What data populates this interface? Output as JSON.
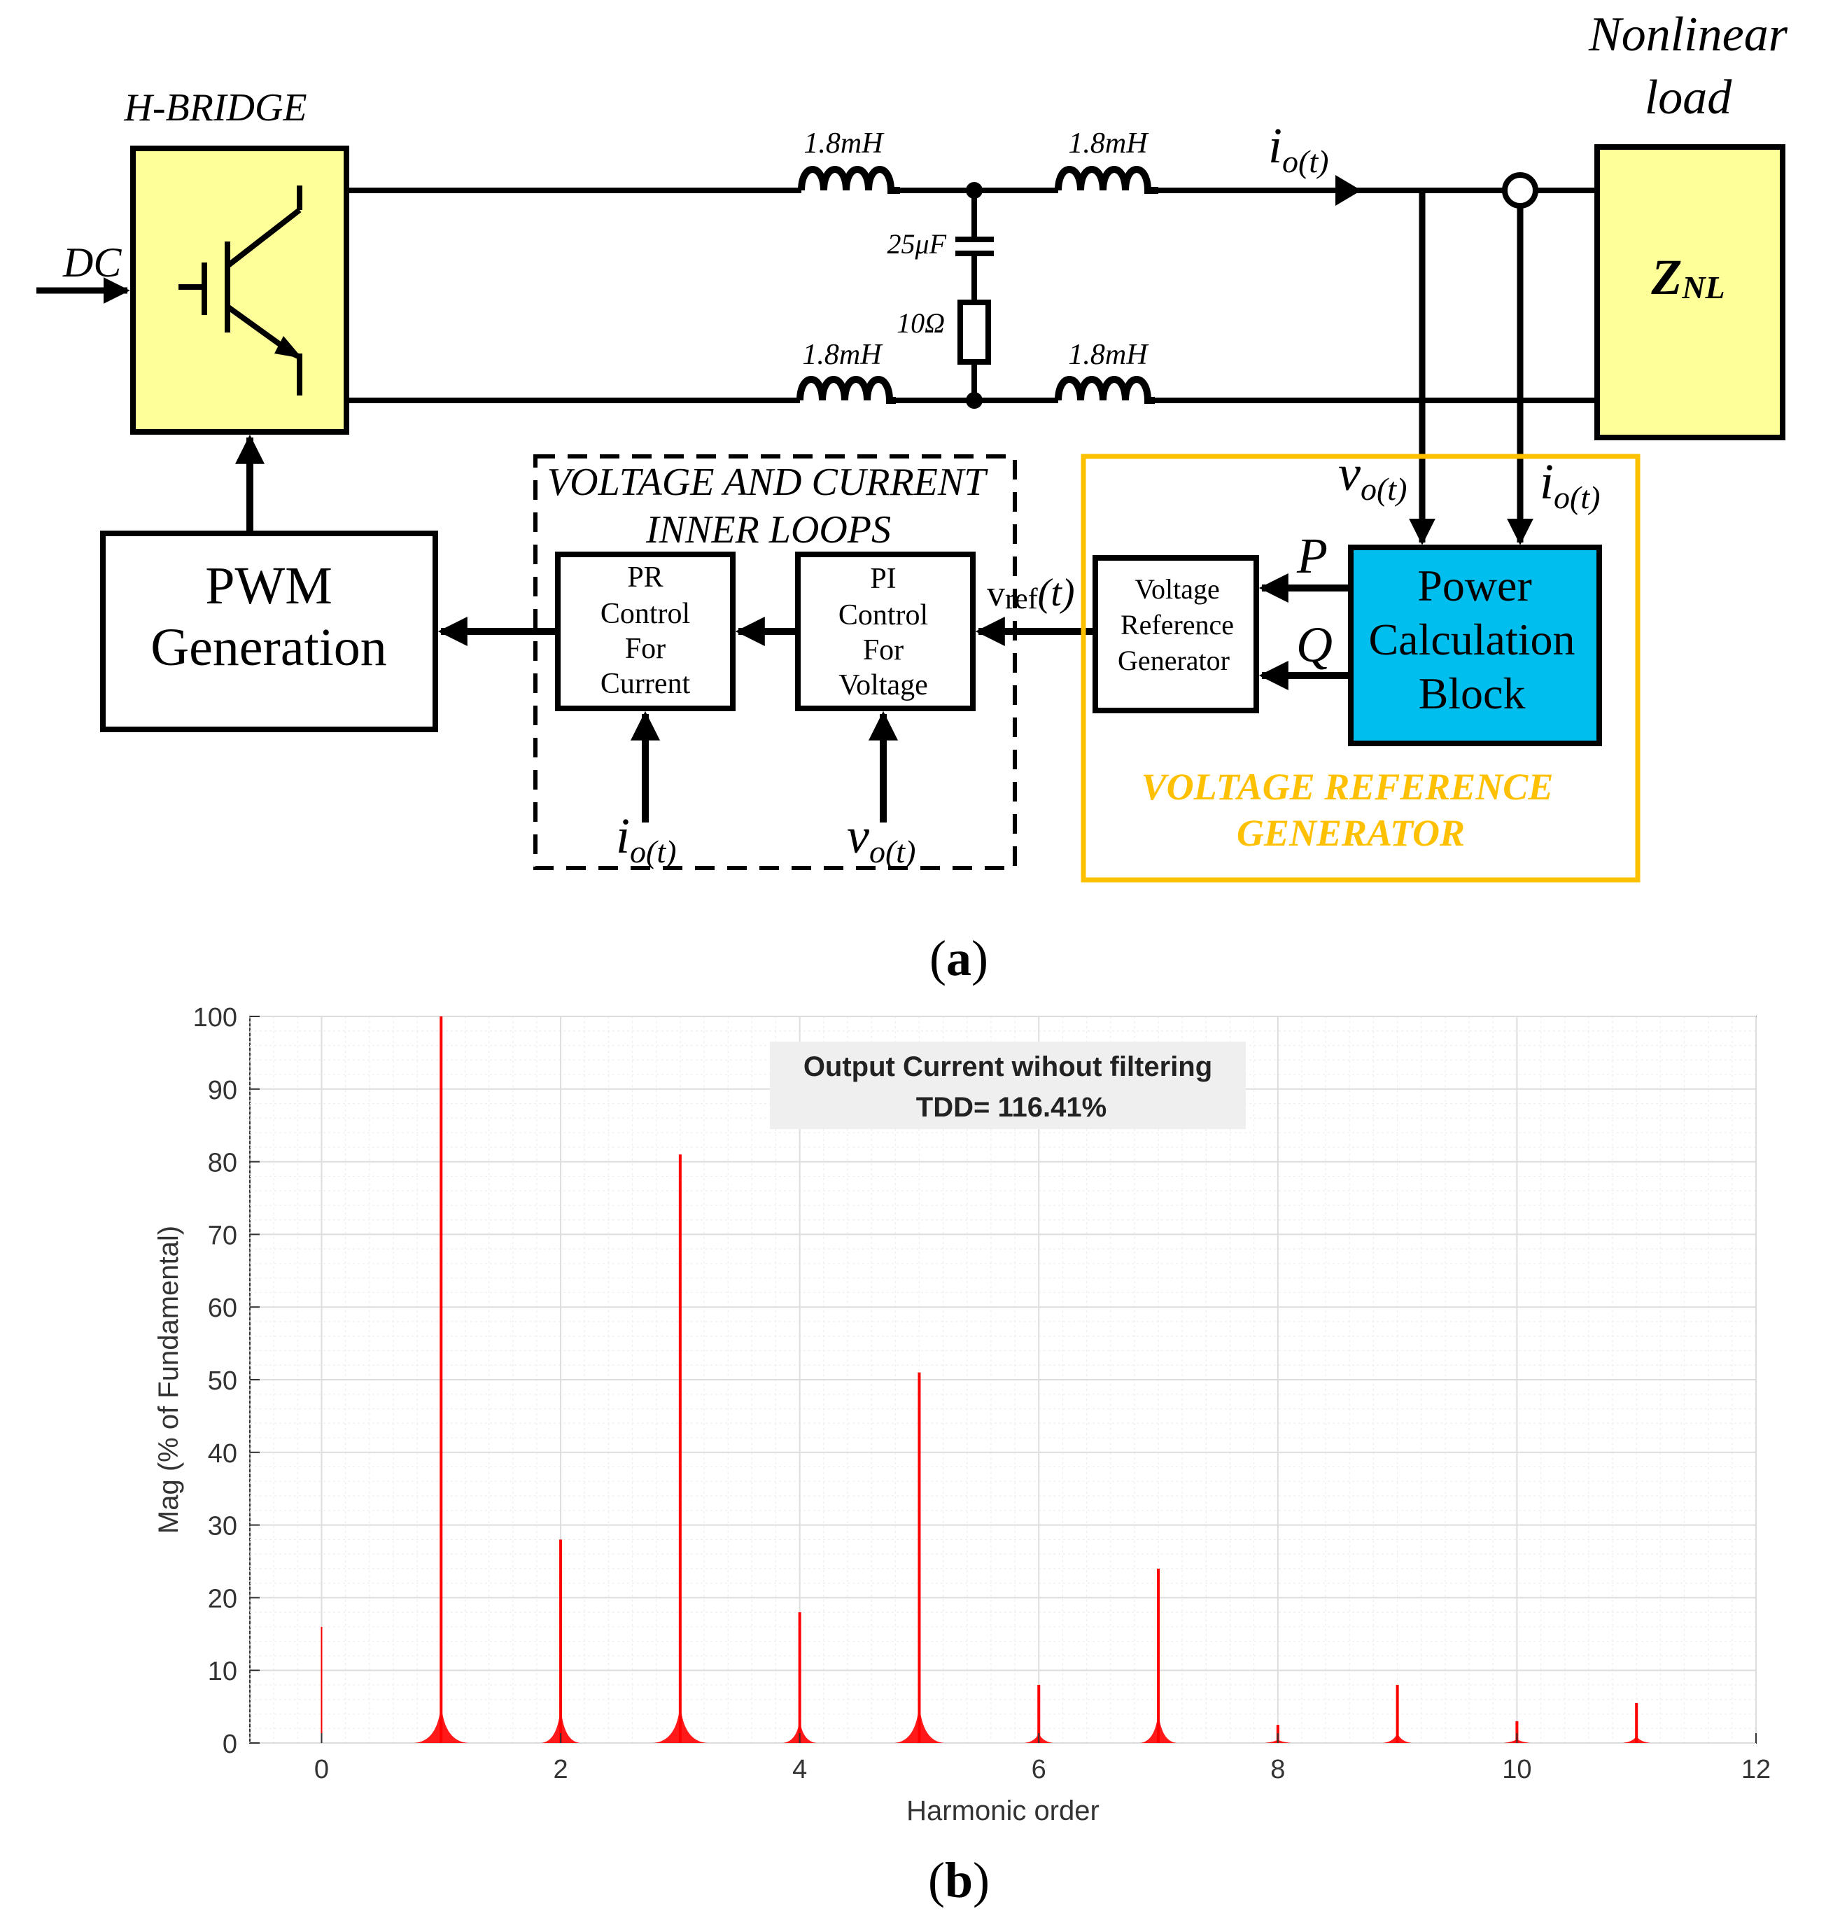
{
  "diagram": {
    "hbridge": {
      "title": "H-BRIDGE",
      "input_label": "DC"
    },
    "filter": {
      "inductor_top_left": "1.8mH",
      "inductor_top_right": "1.8mH",
      "inductor_bottom_left": "1.8mH",
      "inductor_bottom_right": "1.8mH",
      "capacitor": "25μF",
      "resistor": "10Ω"
    },
    "load": {
      "title_line1": "Nonlinear",
      "title_line2": "load",
      "symbol": "Z",
      "symbol_sub": "NL"
    },
    "current_label": {
      "base": "i",
      "sub": "o(t)"
    },
    "voltage_label": {
      "base": "v",
      "sub": "o(t)"
    },
    "pwm": {
      "line1": "PWM",
      "line2": "Generation"
    },
    "inner_loops": {
      "title_line1": "VOLTAGE AND CURRENT",
      "title_line2": "INNER LOOPS",
      "pr": {
        "line1": "PR",
        "line2": "Control",
        "line3": "For",
        "line4": "Current"
      },
      "pi": {
        "line1": "PI",
        "line2": "Control",
        "line3": "For",
        "line4": "Voltage"
      }
    },
    "vref_label": {
      "base": "v",
      "sub": "ref",
      "suffix": "(t)"
    },
    "vrg": {
      "block_line1": "Voltage",
      "block_line2": "Reference",
      "block_line3": "Generator",
      "title_line1": "VOLTAGE REFERENCE",
      "title_line2": "GENERATOR",
      "p_label": "P",
      "q_label": "Q"
    },
    "power_calc": {
      "line1": "Power",
      "line2": "Calculation",
      "line3": "Block"
    },
    "caption": {
      "open": "(",
      "letter": "a",
      "close": ")"
    },
    "colors": {
      "bridge_fill": "#FFFF99",
      "power_block_fill": "#00BFEF",
      "vrg_border": "#FFC000",
      "vrg_text": "#FFC000"
    }
  },
  "chart_data": {
    "type": "bar",
    "annotation_line1": "Output Current wihout filtering",
    "annotation_line2": "TDD= 116.41%",
    "xlabel": "Harmonic order",
    "ylabel": "Mag (% of Fundamental)",
    "xlim": [
      -0.6,
      12
    ],
    "ylim": [
      0,
      100
    ],
    "xticks": [
      0,
      2,
      4,
      6,
      8,
      10,
      12
    ],
    "yticks": [
      0,
      10,
      20,
      30,
      40,
      50,
      60,
      70,
      80,
      90,
      100
    ],
    "grid": true,
    "bar_color": "#FF0000",
    "x": [
      0,
      1,
      2,
      3,
      4,
      5,
      6,
      7,
      8,
      9,
      10,
      11
    ],
    "values": [
      16,
      100,
      28,
      81,
      18,
      51,
      8,
      24,
      2.5,
      8,
      3,
      5.5
    ],
    "caption": {
      "open": "(",
      "letter": "b",
      "close": ")"
    }
  }
}
